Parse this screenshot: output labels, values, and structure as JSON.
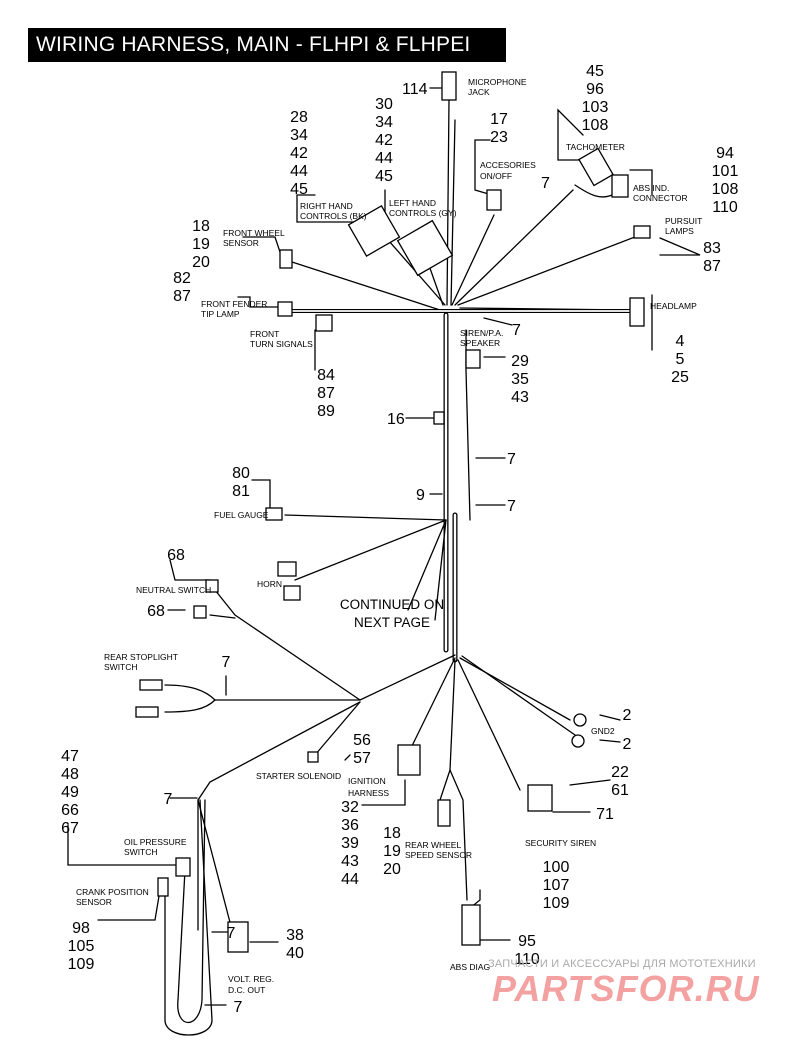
{
  "title": "WIRING HARNESS, MAIN - FLHPI & FLHPEI",
  "callouts": {
    "c114": "114",
    "c45_108": [
      "45",
      "96",
      "103",
      "108"
    ],
    "c30_45": [
      "30",
      "34",
      "42",
      "44",
      "45"
    ],
    "c28_45": [
      "28",
      "34",
      "42",
      "44",
      "45"
    ],
    "c17_23": [
      "17",
      "23"
    ],
    "c7_tach": "7",
    "c94_110": [
      "94",
      "101",
      "108",
      "110"
    ],
    "c18_20_fw": [
      "18",
      "19",
      "20"
    ],
    "c82_87": [
      "82",
      "87"
    ],
    "c83_87": [
      "83",
      "87"
    ],
    "c7_center": "7",
    "c84_89": [
      "84",
      "87",
      "89"
    ],
    "c4_25": [
      "4",
      "5",
      "25"
    ],
    "c29_43": [
      "29",
      "35",
      "43"
    ],
    "c16": "16",
    "c7_a": "7",
    "c80_81": [
      "80",
      "81"
    ],
    "c9": "9",
    "c7_b": "7",
    "c68_a": "68",
    "c68_b": "68",
    "c7_stop": "7",
    "c2_a": "2",
    "c2_b": "2",
    "c56_57": [
      "56",
      "57"
    ],
    "c47_67": [
      "47",
      "48",
      "49",
      "66",
      "67"
    ],
    "c7_left": "7",
    "c22_61": [
      "22",
      "61"
    ],
    "c71": "71",
    "c32_44": [
      "32",
      "36",
      "39",
      "43",
      "44"
    ],
    "c18_20_rw": [
      "18",
      "19",
      "20"
    ],
    "c100_109": [
      "100",
      "107",
      "109"
    ],
    "c98_109": [
      "98",
      "105",
      "109"
    ],
    "c7_low": "7",
    "c38_40": [
      "38",
      "40"
    ],
    "c95_110": [
      "95",
      "110"
    ],
    "c7_bottom": "7"
  },
  "labels": {
    "microphone": [
      "MICROPHONE",
      "JACK"
    ],
    "tachometer": "TACHOMETER",
    "accessories": [
      "ACCESORIES",
      "ON/OFF"
    ],
    "right_hand": [
      "RIGHT HAND",
      "CONTROLS (BK)"
    ],
    "left_hand": [
      "LEFT HAND",
      "CONTROLS (GY)"
    ],
    "abs_ind": [
      "ABS IND.",
      "CONNECTOR"
    ],
    "front_wheel": [
      "FRONT WHEEL",
      "SENSOR"
    ],
    "pursuit": [
      "PURSUIT",
      "LAMPS"
    ],
    "front_fender": [
      "FRONT FENDER",
      "TIP LAMP"
    ],
    "headlamp": "HEADLAMP",
    "front_turn": [
      "FRONT",
      "TURN SIGNALS"
    ],
    "siren": [
      "SIREN/P.A.",
      "SPEAKER"
    ],
    "fuel_gauge": "FUEL GAUGE",
    "horn": "HORN",
    "neutral": "NEUTRAL SWITCH",
    "continued": [
      "CONTINUED ON",
      "NEXT PAGE"
    ],
    "rear_stop": [
      "REAR STOPLIGHT",
      "SWITCH"
    ],
    "gnd2": "GND2",
    "starter": "STARTER SOLENOID",
    "ignition": [
      "IGNITION",
      "HARNESS"
    ],
    "rear_wheel": [
      "REAR WHEEL",
      "SPEED SENSOR"
    ],
    "security": "SECURITY SIREN",
    "oil": [
      "OIL PRESSURE",
      "SWITCH"
    ],
    "crank": [
      "CRANK POSITION",
      "SENSOR"
    ],
    "volt": [
      "VOLT. REG.",
      "D.C. OUT"
    ],
    "abs_diag": "ABS DIAG"
  },
  "watermark": {
    "caption": "ЗАПЧАСТИ И АКСЕССУАРЫ ДЛЯ МОТОТЕХНИКИ",
    "logo": "PARTSFOR.RU"
  },
  "colors": {
    "ink": "#000000",
    "title_bg": "#000000",
    "title_fg": "#ffffff",
    "logo": "#f3a1a1"
  }
}
